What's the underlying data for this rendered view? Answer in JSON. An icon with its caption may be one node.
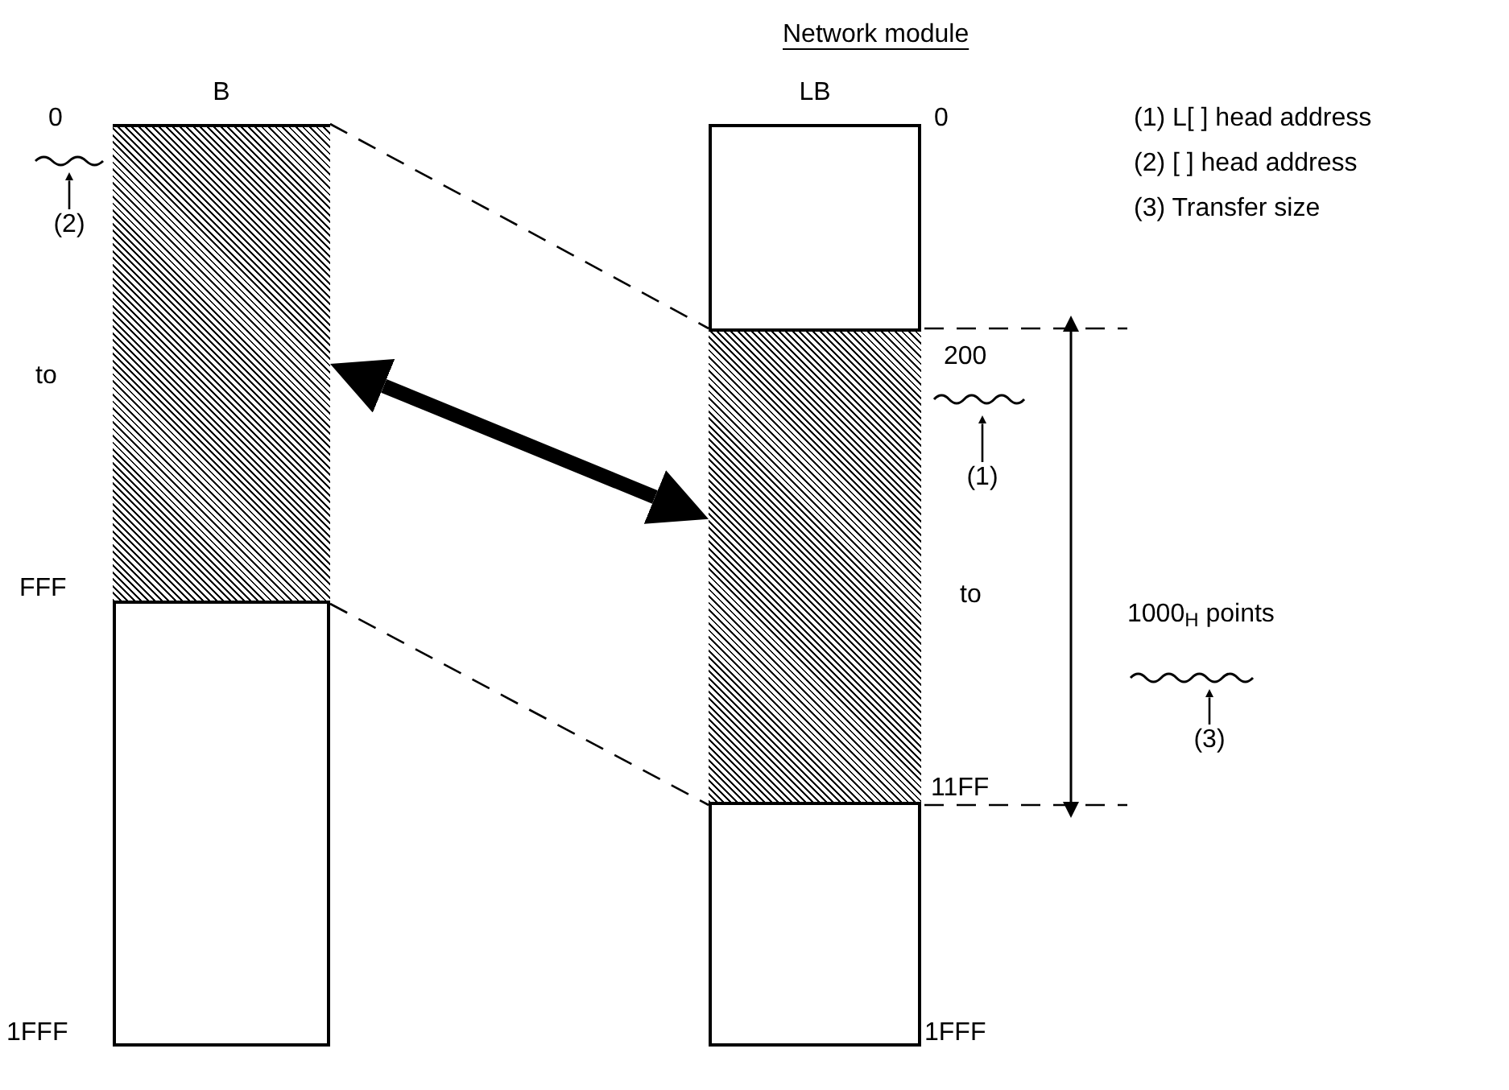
{
  "diagram": {
    "nodes": [
      {
        "text": [
          "B"
        ]
      },
      {
        "text": [],
        "shape": "box",
        "in": 0
      },
      {
        "text": [
          "LB"
        ]
      },
      {
        "text": [],
        "shape": "box",
        "in": 2
      },
      {
        "text": [
          "(2)"
        ]
      },
      {
        "text": [
          "(1)"
        ]
      },
      {
        "text": [
          "(3)"
        ]
      }
    ],
    "edges": [
      {
        "from": 1,
        "to": 3,
        "arrow": "none",
        "style": "dashed"
      },
      {
        "from": 1,
        "to": 3,
        "arrow": "none",
        "style": "dashed"
      },
      {
        "from": 1,
        "to": 3,
        "arrow": "both",
        "style": "thick"
      },
      {
        "from": 4,
        "to": null,
        "arrow": "to"
      },
      {
        "from": 5,
        "to": null,
        "arrow": "to"
      },
      {
        "from": 6,
        "to": null,
        "arrow": "to"
      }
    ],
    "labels": [
      "Network module",
      "0",
      "0",
      "(1) L[ ] head address",
      "(2) [ ] head address",
      "(3) Transfer size",
      "to",
      "200",
      "to",
      "1000$_{H}$ points",
      "FFF",
      "11FF",
      "1FFF",
      "1FFF"
    ]
  }
}
